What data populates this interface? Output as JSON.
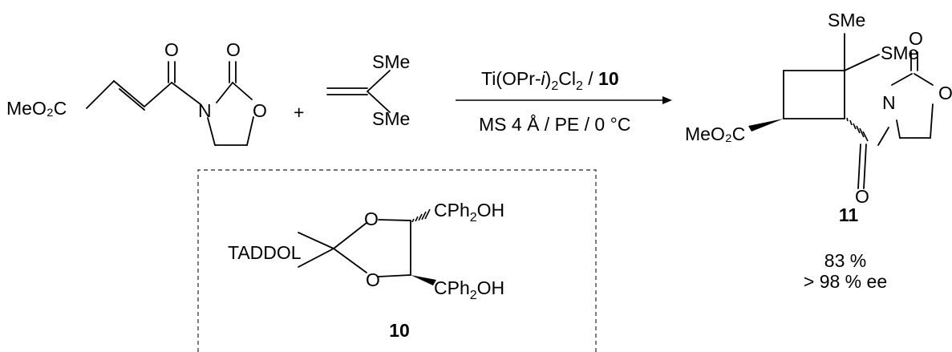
{
  "reactant1": {
    "ester_group": "MeO₂C",
    "carbonyl_o": "O",
    "ring_carbonyl_o": "O",
    "ring_n": "N",
    "ring_o": "O"
  },
  "plus_sign": "+",
  "reactant2": {
    "top_group": "SMe",
    "bottom_group": "SMe"
  },
  "conditions": {
    "reagent": "Ti(OPr-i)₂Cl₂ / 10",
    "reagent_compound": "10",
    "line2": "MS 4 Å / PE / 0 °C"
  },
  "product": {
    "smE_top": "SMe",
    "smE_right": "SMe",
    "ester_group": "MeO₂C",
    "ring_carbonyl_o": "O",
    "ring_n": "N",
    "ring_o": "O",
    "amide_o": "O",
    "compound_number": "11",
    "yield": "83 %",
    "ee": "> 98 % ee"
  },
  "taddol": {
    "name": "TADDOL",
    "ring_o_top": "O",
    "ring_o_bottom": "O",
    "group_top": "CPh₂OH",
    "group_bottom": "CPh₂OH",
    "compound_number": "10"
  }
}
